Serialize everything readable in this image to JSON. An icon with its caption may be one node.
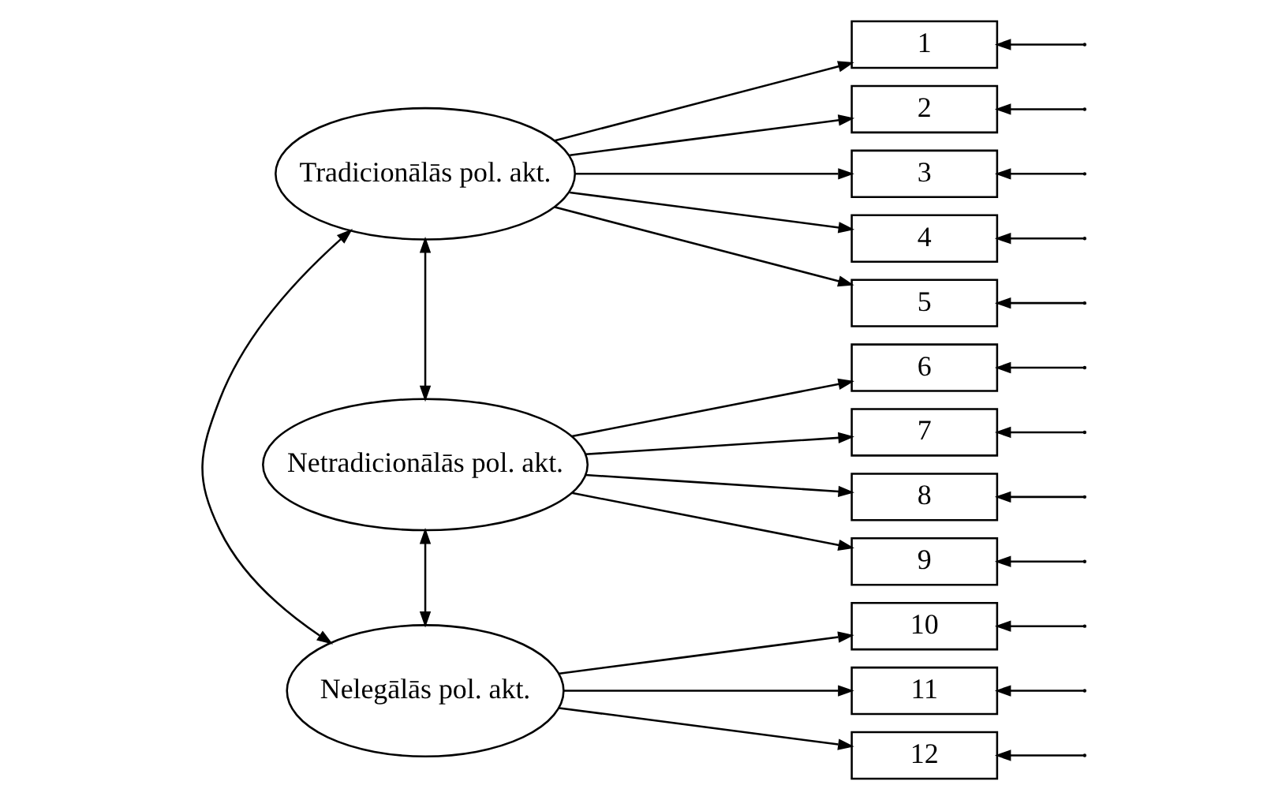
{
  "diagram": {
    "nodes": [
      {
        "text": [
          "Tradicionālās pol. akt."
        ]
      },
      {
        "text": [
          "Netradicionālās pol. akt."
        ]
      },
      {
        "text": [
          "Nelegālās pol. akt."
        ]
      },
      {
        "text": [
          "1"
        ]
      },
      {
        "text": [
          "2"
        ]
      },
      {
        "text": [
          "3"
        ]
      },
      {
        "text": [
          "4"
        ]
      },
      {
        "text": [
          "5"
        ]
      },
      {
        "text": [
          "6"
        ]
      },
      {
        "text": [
          "7"
        ]
      },
      {
        "text": [
          "8"
        ]
      },
      {
        "text": [
          "9"
        ]
      },
      {
        "text": [
          "10"
        ]
      },
      {
        "text": [
          "11"
        ]
      },
      {
        "text": [
          "12"
        ]
      }
    ],
    "edges": [
      {
        "from": 0,
        "to": 3,
        "arrow": "to"
      },
      {
        "from": 0,
        "to": 4,
        "arrow": "to"
      },
      {
        "from": 0,
        "to": 5,
        "arrow": "to"
      },
      {
        "from": 0,
        "to": 6,
        "arrow": "to"
      },
      {
        "from": 0,
        "to": 7,
        "arrow": "to"
      },
      {
        "from": 1,
        "to": 8,
        "arrow": "to"
      },
      {
        "from": 1,
        "to": 9,
        "arrow": "to"
      },
      {
        "from": 1,
        "to": 10,
        "arrow": "to"
      },
      {
        "from": 1,
        "to": 11,
        "arrow": "to"
      },
      {
        "from": 2,
        "to": 12,
        "arrow": "to"
      },
      {
        "from": 2,
        "to": 13,
        "arrow": "to"
      },
      {
        "from": 2,
        "to": 14,
        "arrow": "to"
      },
      {
        "from": 0,
        "to": 1,
        "arrow": "both"
      },
      {
        "from": 1,
        "to": 2,
        "arrow": "both"
      },
      {
        "from": 0,
        "to": 2,
        "arrow": "both"
      },
      {
        "from": null,
        "to": 3,
        "arrow": "to"
      },
      {
        "from": null,
        "to": 4,
        "arrow": "to"
      },
      {
        "from": null,
        "to": 5,
        "arrow": "to"
      },
      {
        "from": null,
        "to": 6,
        "arrow": "to"
      },
      {
        "from": null,
        "to": 7,
        "arrow": "to"
      },
      {
        "from": null,
        "to": 8,
        "arrow": "to"
      },
      {
        "from": null,
        "to": 9,
        "arrow": "to"
      },
      {
        "from": null,
        "to": 10,
        "arrow": "to"
      },
      {
        "from": null,
        "to": 11,
        "arrow": "to"
      },
      {
        "from": null,
        "to": 12,
        "arrow": "to"
      },
      {
        "from": null,
        "to": 13,
        "arrow": "to"
      },
      {
        "from": null,
        "to": 14,
        "arrow": "to"
      }
    ]
  }
}
